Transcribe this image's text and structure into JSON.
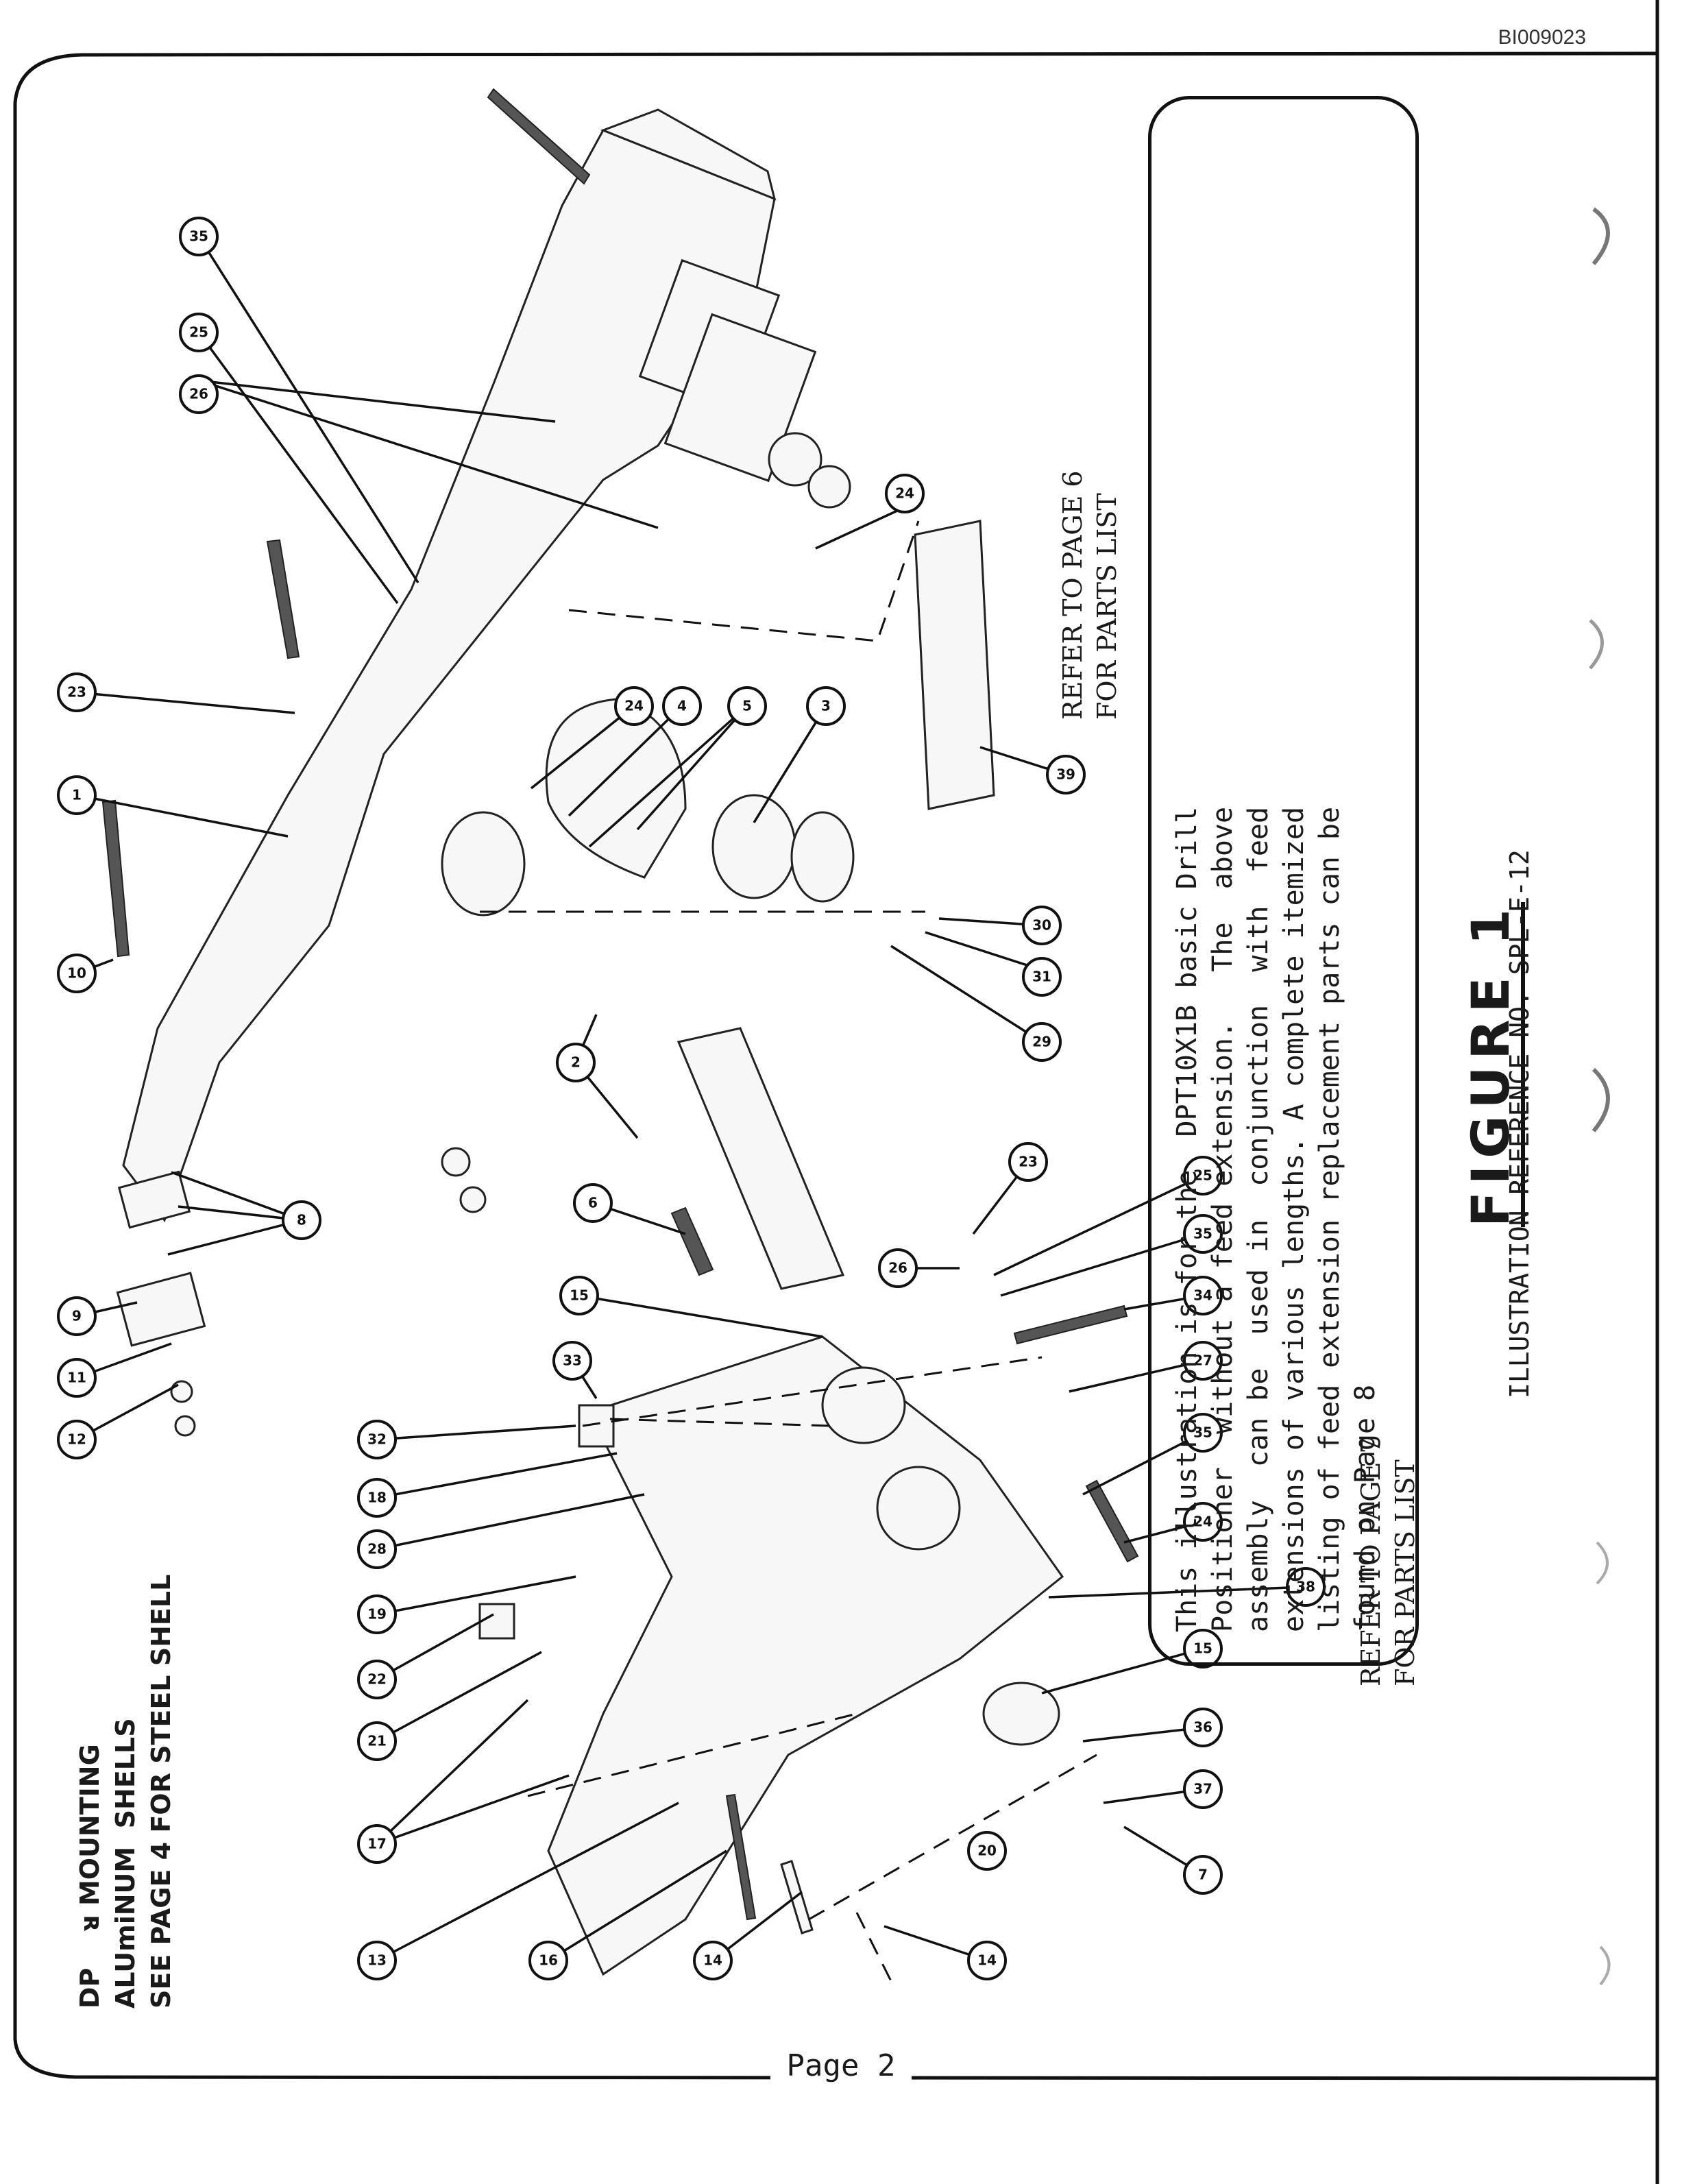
{
  "header": {
    "doc_id": "BI009023"
  },
  "footer": {
    "page_label": "Page 2"
  },
  "note": {
    "text": "This illustration is for the  DPT10X1B basic Drill\nPositioner  without a feed extension.   The  above\nassembly  can be  used in  conjunction  with  feed\nextensions of various lengths. A complete itemized\nlisting of feed extension replacement parts can be\nfound on Page 8"
  },
  "figure": {
    "title": "FIGURE 1",
    "reference": "ILLUSTRATION REFERENCE NO. SPL-E-12"
  },
  "refer_upper": {
    "text": "REFER TO PAGE 6\nFOR PARTS LIST"
  },
  "refer_lower": {
    "text": "REFER TO PAGE 7\nFOR PARTS LIST"
  },
  "mounting": {
    "text": "DP    ᴚ MOUNTING\nALUmiNUM  SHELLS\nSEE PAGE 4 FOR STEEL SHELL"
  },
  "callouts": [
    {
      "n": "35"
    },
    {
      "n": "25"
    },
    {
      "n": "26"
    },
    {
      "n": "23"
    },
    {
      "n": "1"
    },
    {
      "n": "10"
    },
    {
      "n": "8"
    },
    {
      "n": "9"
    },
    {
      "n": "11"
    },
    {
      "n": "12"
    },
    {
      "n": "24"
    },
    {
      "n": "4"
    },
    {
      "n": "5"
    },
    {
      "n": "3"
    },
    {
      "n": "24"
    },
    {
      "n": "39"
    },
    {
      "n": "30"
    },
    {
      "n": "31"
    },
    {
      "n": "29"
    },
    {
      "n": "2"
    },
    {
      "n": "6"
    },
    {
      "n": "15"
    },
    {
      "n": "33"
    },
    {
      "n": "32"
    },
    {
      "n": "18"
    },
    {
      "n": "28"
    },
    {
      "n": "19"
    },
    {
      "n": "22"
    },
    {
      "n": "21"
    },
    {
      "n": "17"
    },
    {
      "n": "13"
    },
    {
      "n": "16"
    },
    {
      "n": "14"
    },
    {
      "n": "14"
    },
    {
      "n": "23"
    },
    {
      "n": "25"
    },
    {
      "n": "26"
    },
    {
      "n": "35"
    },
    {
      "n": "34"
    },
    {
      "n": "27"
    },
    {
      "n": "35"
    },
    {
      "n": "24"
    },
    {
      "n": "38"
    },
    {
      "n": "15"
    },
    {
      "n": "36"
    },
    {
      "n": "37"
    },
    {
      "n": "7"
    },
    {
      "n": "20"
    }
  ]
}
